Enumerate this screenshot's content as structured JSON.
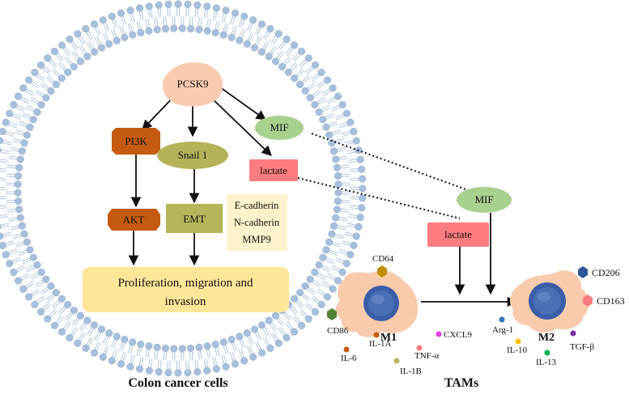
{
  "colors": {
    "membrane": "#a8bfd9",
    "pcsk9": "#f9cbb0",
    "pi3k": "#c55a11",
    "snail": "#b4b35a",
    "mif": "#a9d18e",
    "lactate": "#ff7c80",
    "emt": "#b5b55a",
    "markers_box": "#fff2cc",
    "outcome_box": "#ffe699",
    "macrophage": "#f8cbad",
    "nucleus": "#4a6fb5"
  },
  "nodes": {
    "pcsk9": "PCSK9",
    "pi3k": "PI3K",
    "snail1": "Snail 1",
    "mif_cell": "MIF",
    "lactate_cell": "lactate",
    "akt": "AKT",
    "emt": "EMT",
    "markers": [
      "E-cadherin",
      "N-cadherin",
      "MMP9"
    ],
    "outcome": [
      "Proliferation, migration and",
      "invasion"
    ],
    "mif_tam": "MIF",
    "lactate_tam": "lactate"
  },
  "m1": {
    "label": "M1",
    "markers": [
      "CD64",
      "CD86",
      "IL-1A",
      "CXCL9",
      "IL-6",
      "TNF-α",
      "IL-1B"
    ]
  },
  "m2": {
    "label": "M2",
    "markers": [
      "CD206",
      "CD163",
      "Arg-1",
      "IL-10",
      "TGF-β",
      "IL-13"
    ]
  },
  "captions": {
    "left": "Colon cancer cells",
    "right": "TAMs"
  }
}
